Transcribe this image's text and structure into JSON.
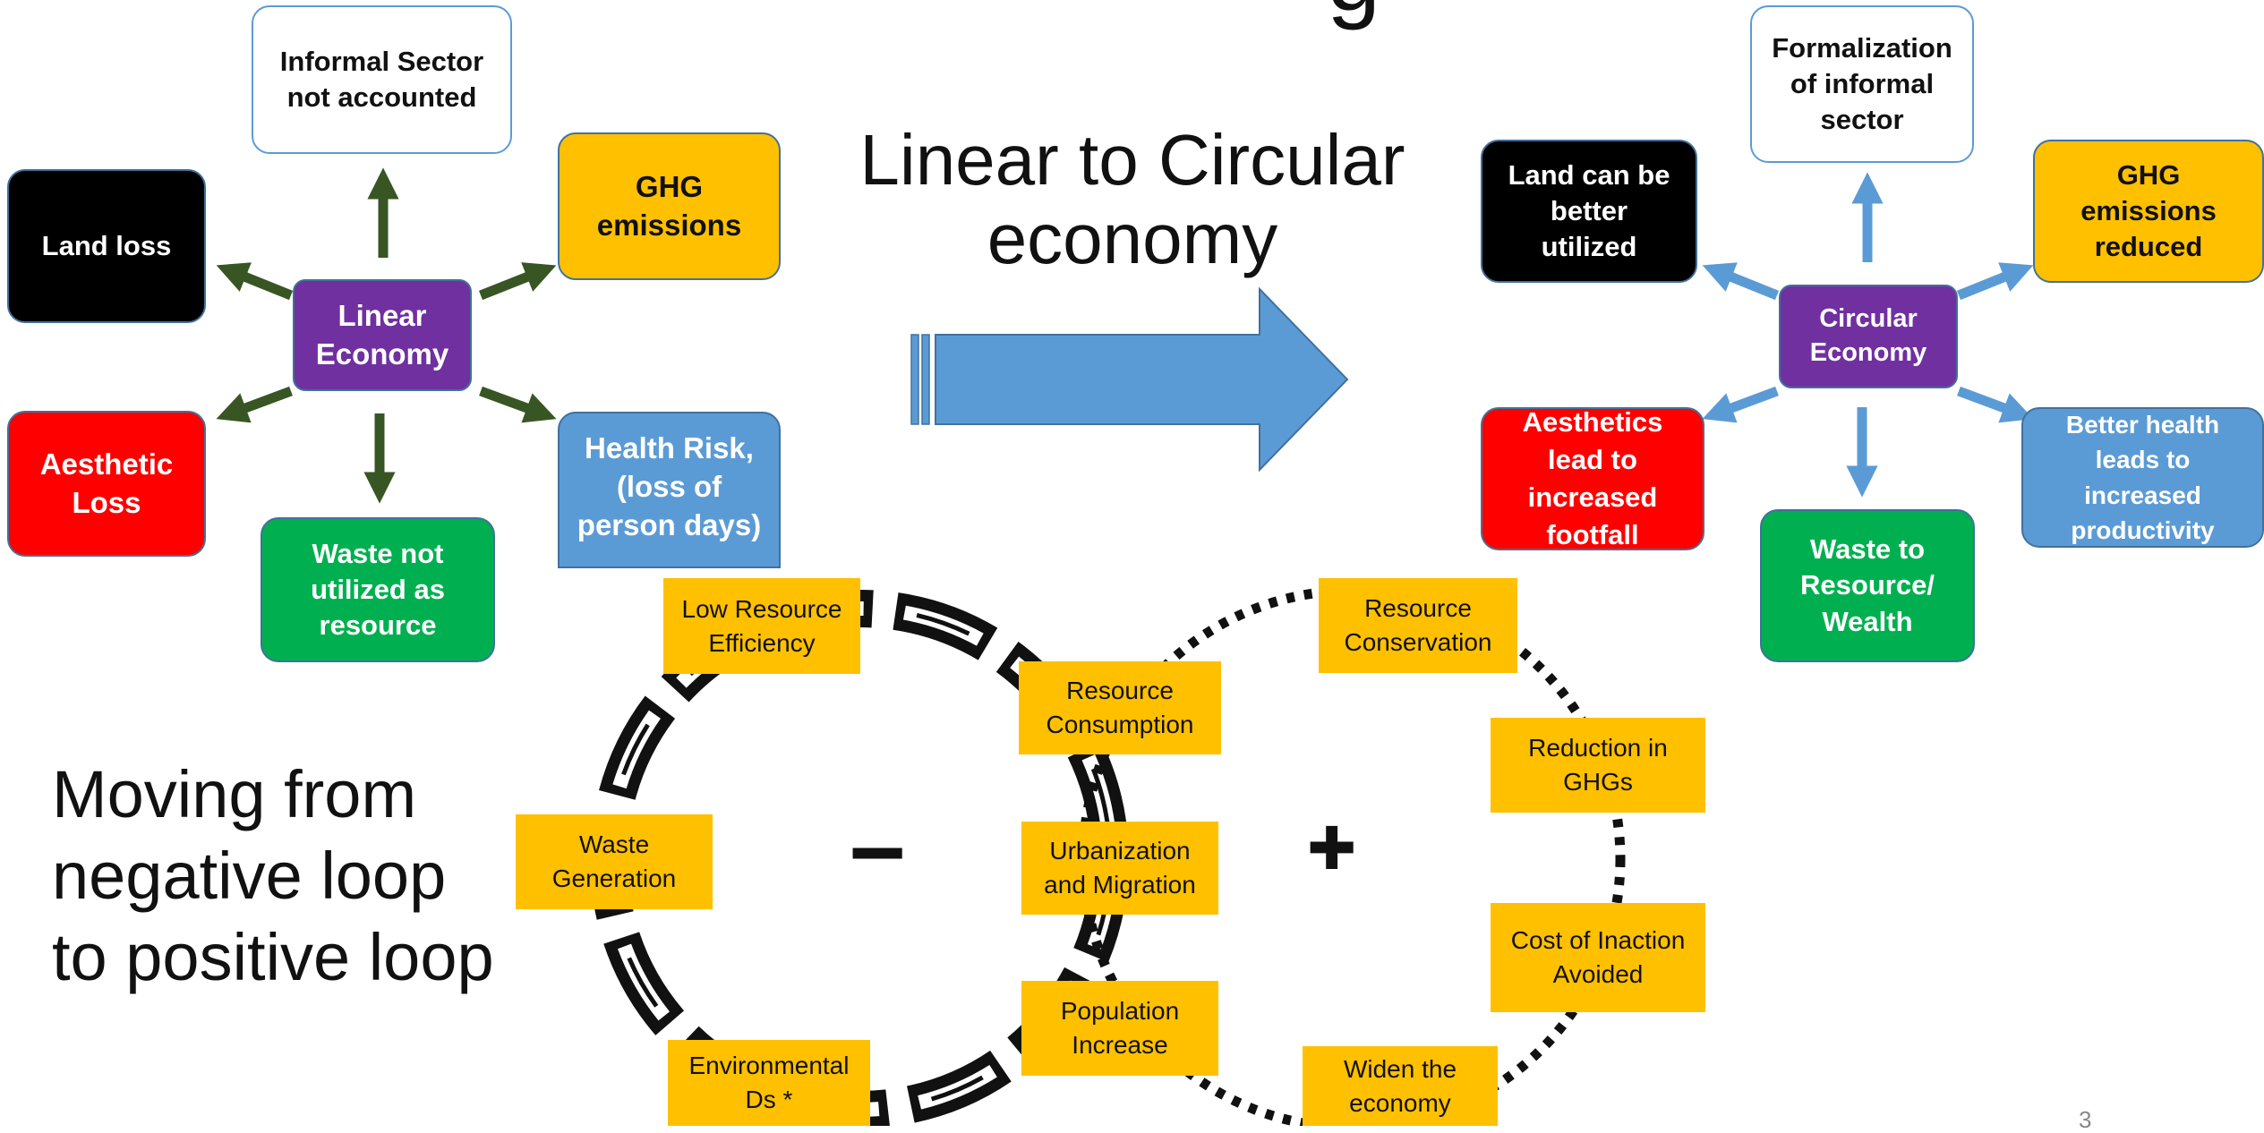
{
  "top_title_fragment": "g",
  "center": {
    "title": "Linear to Circular\neconomy"
  },
  "linear": {
    "center": "Linear\nEconomy",
    "informal": "Informal Sector\nnot accounted",
    "ghg": "GHG\nemissions",
    "land": "Land loss",
    "aesthetic": "Aesthetic\nLoss",
    "waste": "Waste not\nutilized as\nresource",
    "health": "Health Risk,\n(loss of\nperson days)"
  },
  "circular": {
    "center": "Circular\nEconomy",
    "formal": "Formalization\nof informal\nsector",
    "land": "Land can be\nbetter\nutilized",
    "ghg": "GHG\nemissions\nreduced",
    "aesthetic": "Aesthetics\nlead to\nincreased\nfootfall",
    "waste": "Waste to\nResource/\nWealth",
    "health": "Better health\nleads to\nincreased\nproductivity"
  },
  "loops": {
    "heading": "Moving from\nnegative loop\nto positive loop",
    "minus": "−",
    "plus": "✚",
    "negative": [
      "Low Resource\nEfficiency",
      "Resource\nConsumption",
      "Urbanization\nand Migration",
      "Population\nIncrease",
      "Environmental\nDs *",
      "Waste\nGeneration"
    ],
    "positive": [
      "Resource\nConservation",
      "Reduction in\nGHGs",
      "Cost of Inaction\nAvoided",
      "Widen the\neconomy"
    ]
  },
  "page_number": "3",
  "colors": {
    "purple": "#7030A0",
    "black": "#000000",
    "red": "#FF0000",
    "orange": "#FFC000",
    "green": "#00B050",
    "blue": "#5B9BD5",
    "dark_green_arrow": "#375623",
    "light_blue_arrow": "#5B9BD5"
  }
}
